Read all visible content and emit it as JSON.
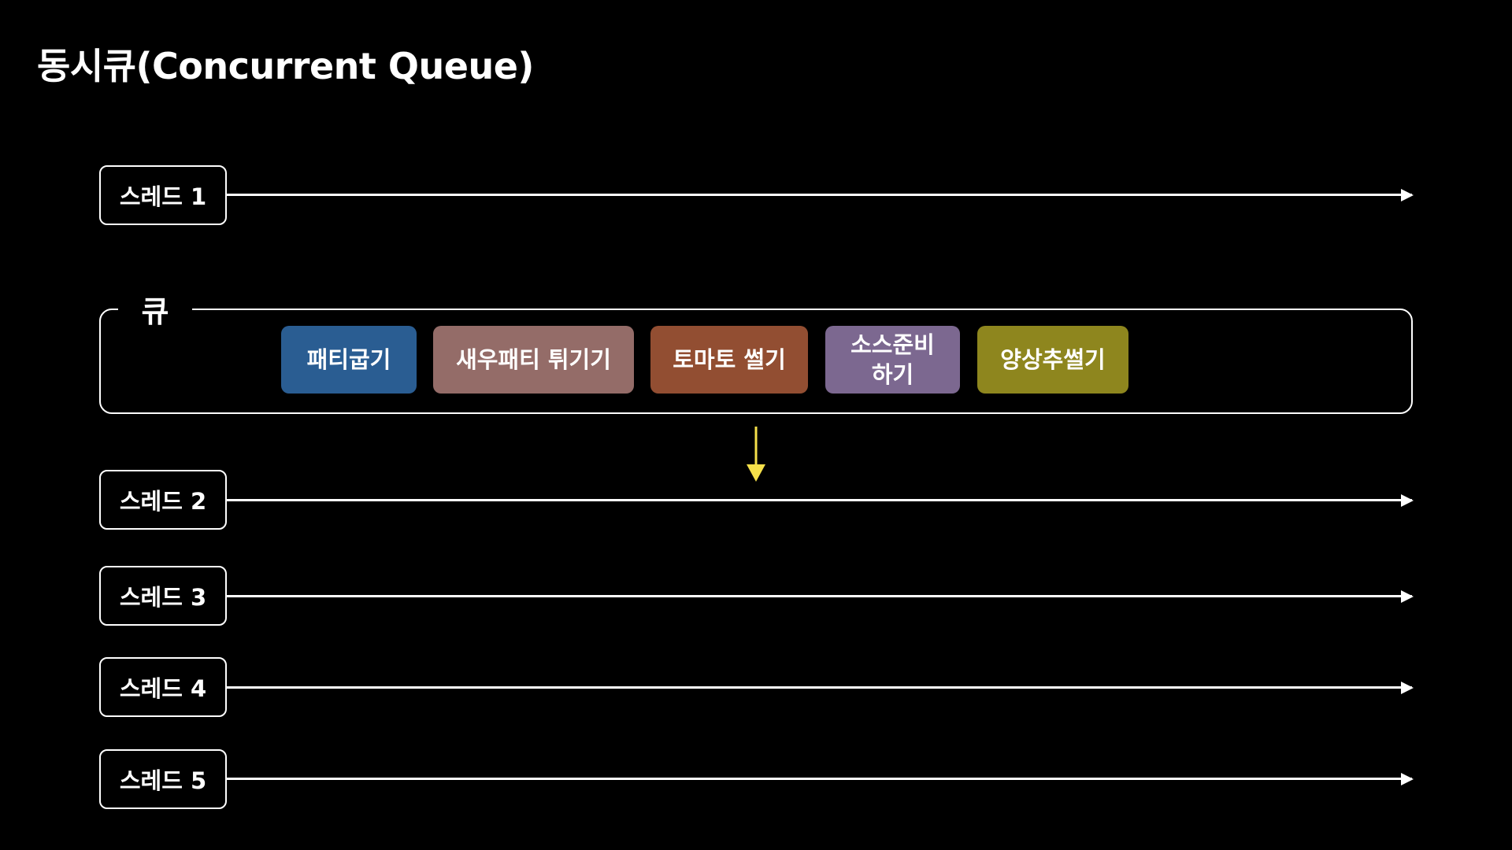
{
  "title": "동시큐(Concurrent Queue)",
  "queue": {
    "label": "큐",
    "tasks": [
      {
        "label": "패티굽기",
        "color": "#2a5d92"
      },
      {
        "label": "새우패티 튀기기",
        "color": "#946c68"
      },
      {
        "label": "토마토 썰기",
        "color": "#924e32"
      },
      {
        "label_line1": "소스준비",
        "label_line2": "하기",
        "color": "#7c6890"
      },
      {
        "label": "양상추썰기",
        "color": "#8e861e"
      }
    ]
  },
  "threads": [
    {
      "label": "스레드 1"
    },
    {
      "label": "스레드 2"
    },
    {
      "label": "스레드 3"
    },
    {
      "label": "스레드 4"
    },
    {
      "label": "스레드 5"
    }
  ],
  "colors": {
    "background": "#000000",
    "foreground": "#ffffff",
    "dispatch_arrow": "#f5e04a"
  },
  "icons": {
    "dispatch": "arrow-down-icon",
    "timeline_end": "arrow-right-icon"
  }
}
